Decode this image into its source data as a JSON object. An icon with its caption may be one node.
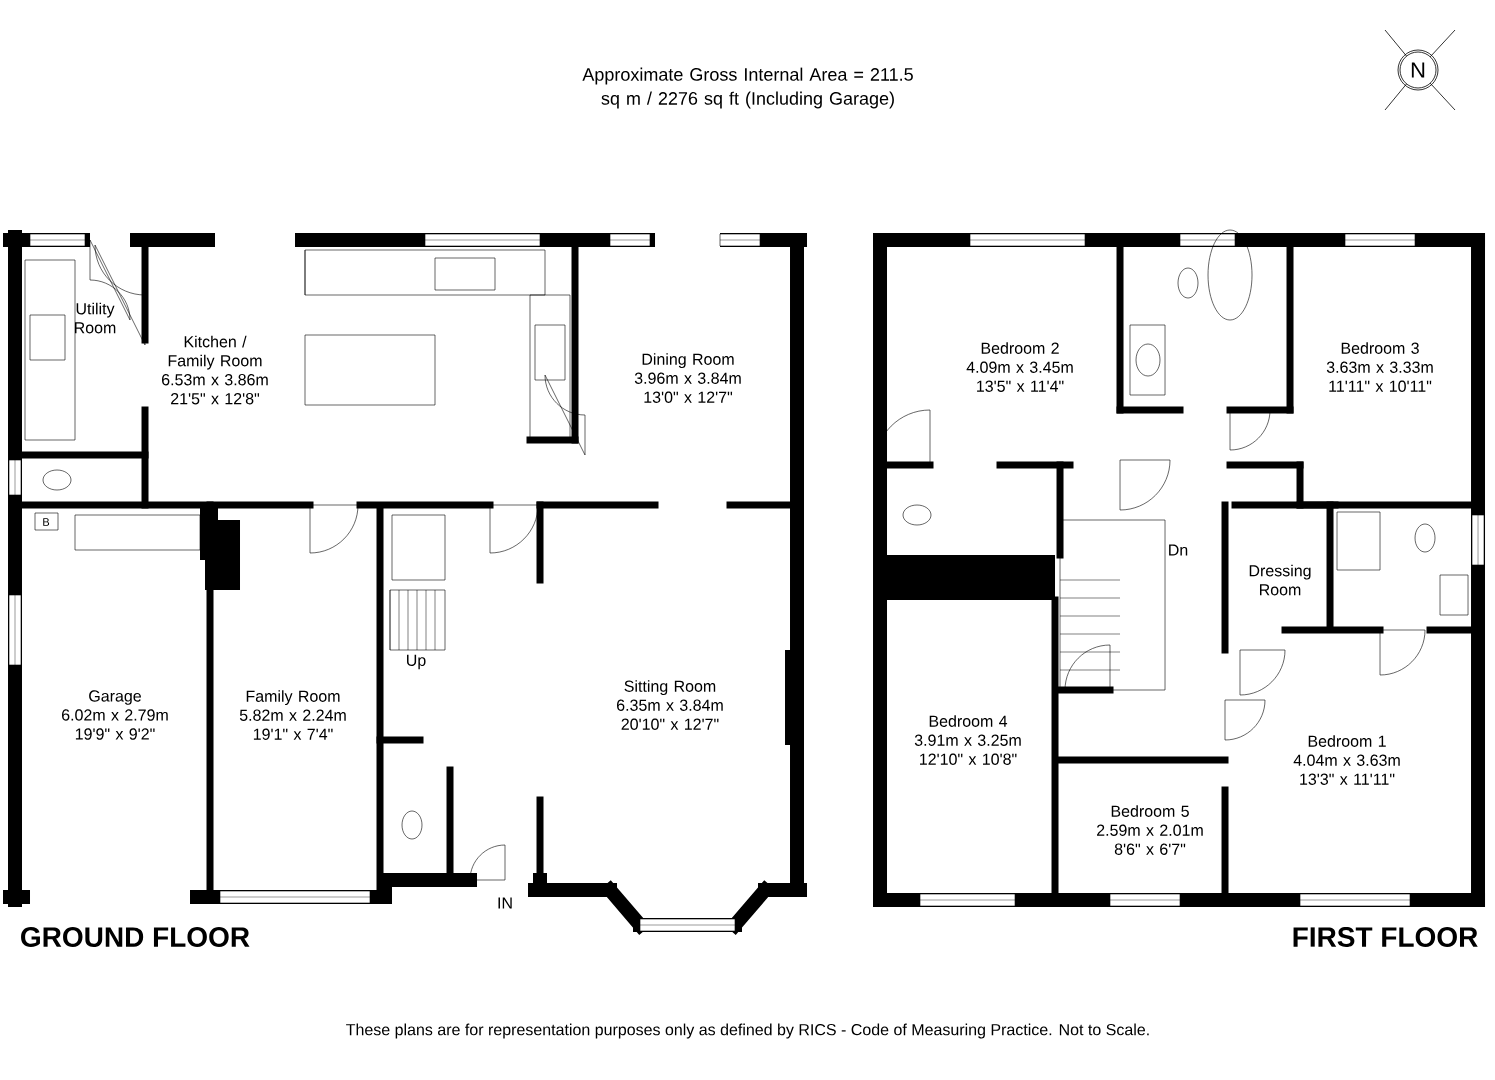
{
  "diagram": {
    "title": "Approximate Gross Internal Area = 211.5 sq m / 2276 sq ft (Including Garage)",
    "caption": "These plans are for representation purposes only as defined by RICS - Code of Measuring Practice. Not to Scale.",
    "nodes": [
      {
        "text": [
          "Utility Room"
        ]
      },
      {
        "text": [
          "Kitchen / Family Room",
          "6.53m x 3.86m",
          "21'5\" x 12'8\""
        ]
      },
      {
        "text": [
          "Dining Room",
          "3.96m x 3.84m",
          "13'0\" x 12'7\""
        ]
      },
      {
        "text": [
          "Garage",
          "6.02m x 2.79m",
          "19'9\" x 9'2\""
        ]
      },
      {
        "text": [
          "Family Room",
          "5.82m x 2.24m",
          "19'1\" x 7'4\""
        ]
      },
      {
        "text": [
          "Sitting Room",
          "6.35m x 3.84m",
          "20'10\" x 12'7\""
        ]
      },
      {
        "text": [
          "Bedroom 2",
          "4.09m x 3.45m",
          "13'5\" x 11'4\""
        ]
      },
      {
        "text": [
          "Bedroom 3",
          "3.63m x 3.33m",
          "11'11\" x 10'11\""
        ]
      },
      {
        "text": [
          "Bedroom 4",
          "3.91m x 3.25m",
          "12'10\" x 10'8\""
        ]
      },
      {
        "text": [
          "Bedroom 5",
          "2.59m x 2.01m",
          "8'6\" x 6'7\""
        ]
      },
      {
        "text": [
          "Dressing Room"
        ]
      },
      {
        "text": [
          "Bedroom 1",
          "4.04m x 3.63m",
          "13'3\" x 11'11\""
        ]
      }
    ],
    "labels": [
      "N",
      "B",
      "Up",
      "Dn",
      "IN",
      "GROUND FLOOR",
      "FIRST FLOOR"
    ]
  }
}
